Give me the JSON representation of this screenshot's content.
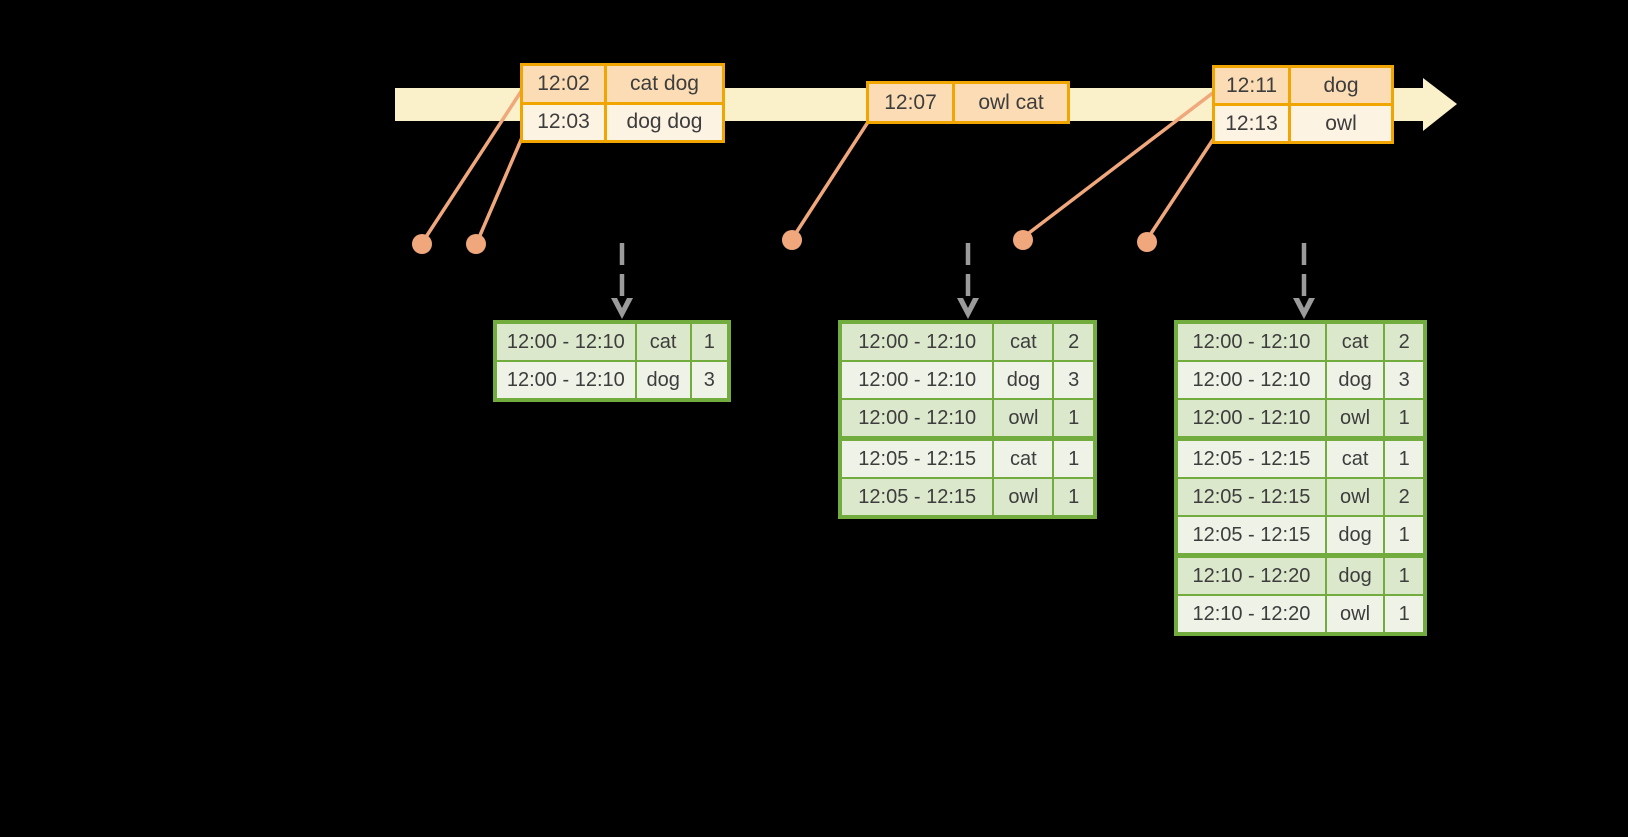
{
  "colors": {
    "background": "#000000",
    "timeline_band": "#FAF0C9",
    "event_table_border": "#F0A500",
    "event_row_peach": "#FBDCB4",
    "event_row_cream": "#FDF3E3",
    "event_marker": "#F0A77C",
    "trigger_arrow": "#9B9B9B",
    "result_table_border": "#72AB3E",
    "result_row_dark": "#DCE8CC",
    "result_row_light": "#EFF3E7",
    "text": "#3D3D3D"
  },
  "timeline": {
    "direction": "right"
  },
  "event_tables": [
    {
      "rows": [
        {
          "time": "12:02",
          "words": "cat dog"
        },
        {
          "time": "12:03",
          "words": "dog dog"
        }
      ]
    },
    {
      "rows": [
        {
          "time": "12:07",
          "words": "owl cat"
        }
      ]
    },
    {
      "rows": [
        {
          "time": "12:11",
          "words": "dog"
        },
        {
          "time": "12:13",
          "words": "owl"
        }
      ]
    }
  ],
  "result_tables": [
    {
      "rows": [
        {
          "window": "12:00 - 12:10",
          "word": "cat",
          "count": "1"
        },
        {
          "window": "12:00 - 12:10",
          "word": "dog",
          "count": "3"
        }
      ]
    },
    {
      "rows": [
        {
          "window": "12:00 - 12:10",
          "word": "cat",
          "count": "2"
        },
        {
          "window": "12:00 - 12:10",
          "word": "dog",
          "count": "3"
        },
        {
          "window": "12:00 - 12:10",
          "word": "owl",
          "count": "1"
        },
        {
          "window": "12:05 - 12:15",
          "word": "cat",
          "count": "1"
        },
        {
          "window": "12:05 - 12:15",
          "word": "owl",
          "count": "1"
        }
      ]
    },
    {
      "rows": [
        {
          "window": "12:00 - 12:10",
          "word": "cat",
          "count": "2"
        },
        {
          "window": "12:00 - 12:10",
          "word": "dog",
          "count": "3"
        },
        {
          "window": "12:00 - 12:10",
          "word": "owl",
          "count": "1"
        },
        {
          "window": "12:05 - 12:15",
          "word": "cat",
          "count": "1"
        },
        {
          "window": "12:05 - 12:15",
          "word": "owl",
          "count": "2"
        },
        {
          "window": "12:05 - 12:15",
          "word": "dog",
          "count": "1"
        },
        {
          "window": "12:10 - 12:20",
          "word": "dog",
          "count": "1"
        },
        {
          "window": "12:10 - 12:20",
          "word": "owl",
          "count": "1"
        }
      ]
    }
  ]
}
